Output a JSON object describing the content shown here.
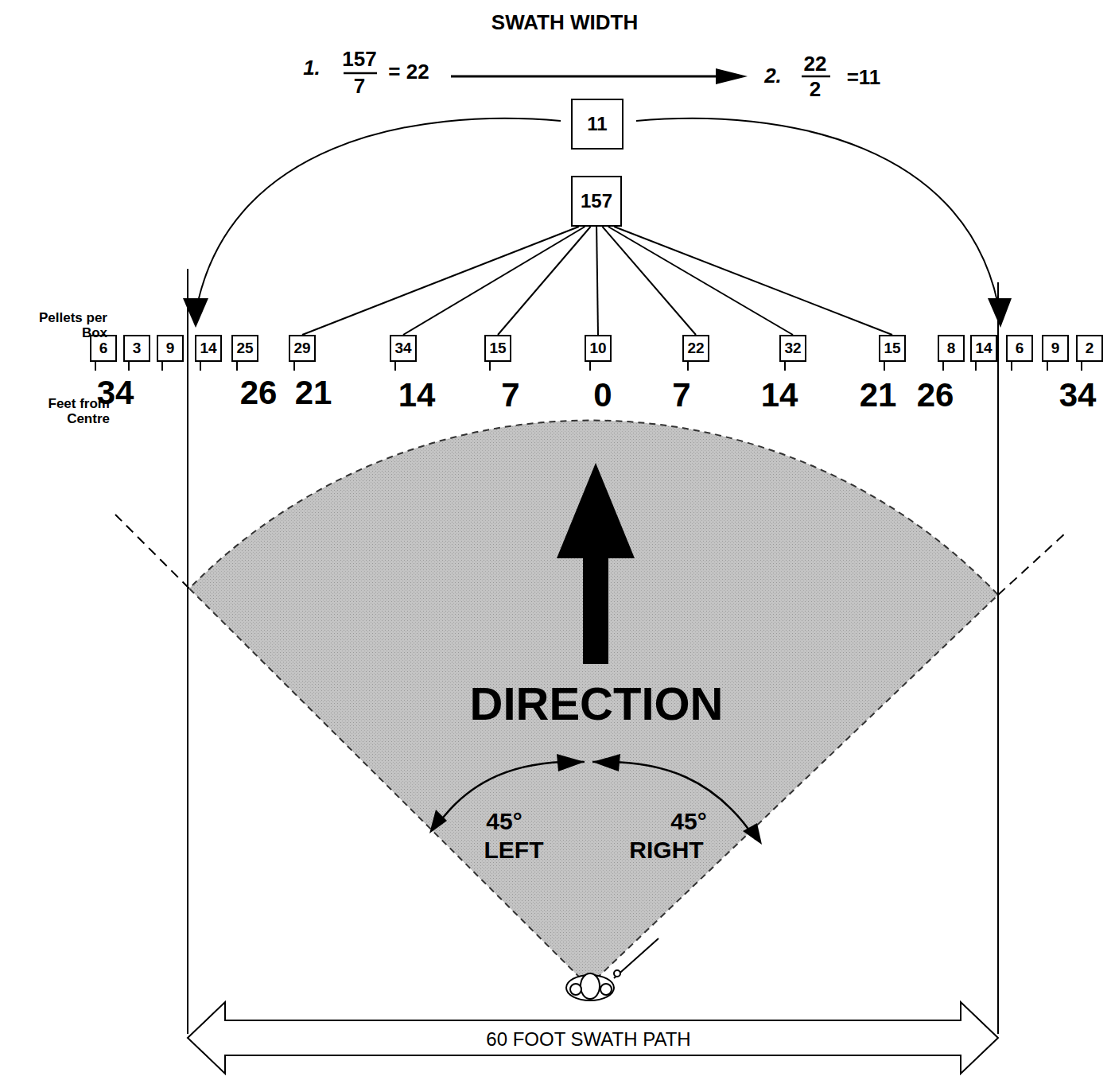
{
  "diagram": {
    "title": "SWATH WIDTH",
    "nodes": [
      {
        "text": [
          "11"
        ]
      },
      {
        "text": [
          "157"
        ]
      },
      {
        "text": [
          "6"
        ]
      },
      {
        "text": [
          "3"
        ]
      },
      {
        "text": [
          "9"
        ]
      },
      {
        "text": [
          "14"
        ]
      },
      {
        "text": [
          "25"
        ]
      },
      {
        "text": [
          "29"
        ]
      },
      {
        "text": [
          "34"
        ]
      },
      {
        "text": [
          "15"
        ]
      },
      {
        "text": [
          "10"
        ]
      },
      {
        "text": [
          "22"
        ]
      },
      {
        "text": [
          "32"
        ]
      },
      {
        "text": [
          "15"
        ]
      },
      {
        "text": [
          "8"
        ]
      },
      {
        "text": [
          "14"
        ]
      },
      {
        "text": [
          "6"
        ]
      },
      {
        "text": [
          "9"
        ]
      },
      {
        "text": [
          "2"
        ]
      }
    ],
    "edges": [
      {
        "from": 1,
        "to": 7,
        "arrow": "none"
      },
      {
        "from": 1,
        "to": 8,
        "arrow": "none"
      },
      {
        "from": 1,
        "to": 9,
        "arrow": "none"
      },
      {
        "from": 1,
        "to": 10,
        "arrow": "none"
      },
      {
        "from": 1,
        "to": 11,
        "arrow": "none"
      },
      {
        "from": 1,
        "to": 12,
        "arrow": "none"
      },
      {
        "from": 1,
        "to": 13,
        "arrow": "none"
      }
    ],
    "labels": [
      "1.",
      "157",
      "7",
      "= 22",
      "2.",
      "22",
      "2",
      "=11",
      "Pellets per Box",
      "Feet from Centre",
      "34",
      "26",
      "21",
      "14",
      "7",
      "0",
      "7",
      "14",
      "21",
      "26",
      "34",
      "DIRECTION",
      "45°",
      "LEFT",
      "45°",
      "RIGHT",
      "60 FOOT SWATH PATH"
    ]
  }
}
